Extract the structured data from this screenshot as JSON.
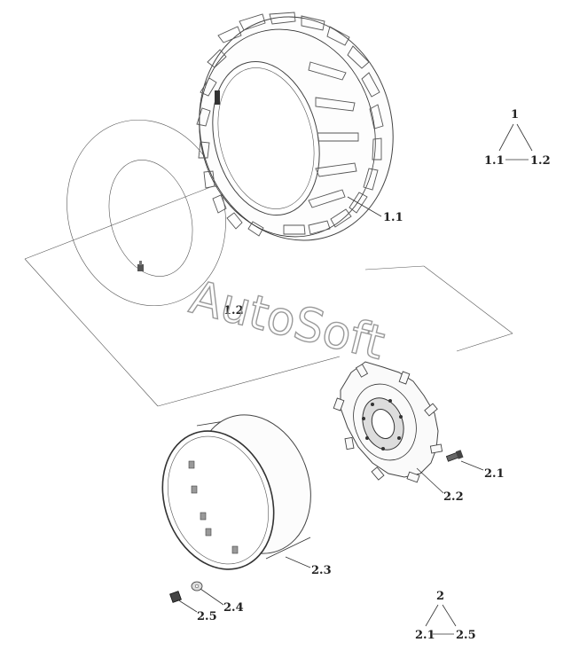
{
  "watermark": "AutoSoft",
  "labels": {
    "tire": "1.1",
    "tube": "1.2",
    "bolt": "2.1",
    "hub_disc": "2.2",
    "rim": "2.3",
    "washer": "2.4",
    "nut": "2.5"
  },
  "tree_1": {
    "root": "1",
    "left": "1.1",
    "right": "1.2"
  },
  "tree_2": {
    "root": "2",
    "left": "2.1",
    "right": "2.5"
  }
}
